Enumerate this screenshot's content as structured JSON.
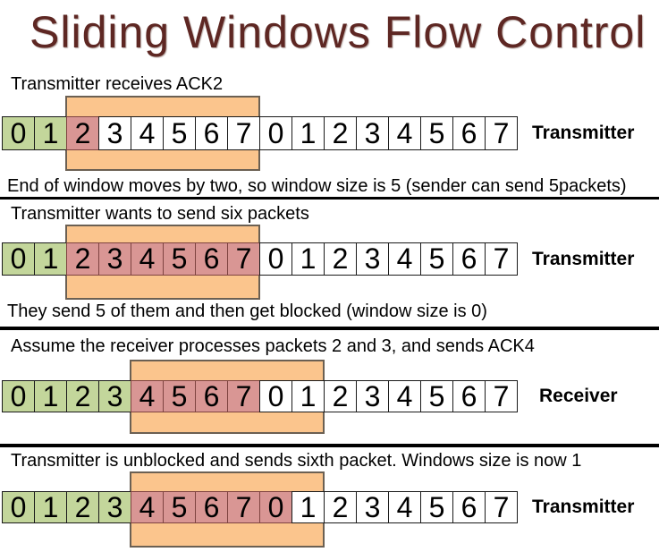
{
  "title": "Sliding Windows Flow Control",
  "colors": {
    "title": "#5e2723",
    "ack_green": "#c3d69b",
    "sent_red": "#d99694",
    "unused_white": "#ffffff",
    "window_fill": "#fbc58d",
    "window_border": "#6b6053",
    "cell_border": "#1a1a1a",
    "divider": "#000000",
    "text": "#000000"
  },
  "sequence_numbers": [
    "0",
    "1",
    "2",
    "3",
    "4",
    "5",
    "6",
    "7",
    "0",
    "1",
    "2",
    "3",
    "4",
    "5",
    "6",
    "7"
  ],
  "sections": [
    {
      "caption": "Transmitter receives ACK2",
      "side_label": "Transmitter",
      "cell_states": [
        "green",
        "green",
        "red",
        "white",
        "white",
        "white",
        "white",
        "white",
        "white",
        "white",
        "white",
        "white",
        "white",
        "white",
        "white",
        "white"
      ],
      "window": {
        "start_index": 2,
        "end_index": 7
      },
      "footer": "End of window moves by two, so window size is 5 (sender can send 5packets)"
    },
    {
      "caption": "Transmitter wants to send six packets",
      "side_label": "Transmitter",
      "cell_states": [
        "green",
        "green",
        "red",
        "red",
        "red",
        "red",
        "red",
        "red",
        "white",
        "white",
        "white",
        "white",
        "white",
        "white",
        "white",
        "white"
      ],
      "window": {
        "start_index": 2,
        "end_index": 7
      },
      "footer": "They send 5 of them and then get blocked (window size is 0)"
    },
    {
      "caption": "Assume the receiver processes packets 2 and 3, and sends ACK4",
      "side_label": "Receiver",
      "cell_states": [
        "green",
        "green",
        "green",
        "green",
        "red",
        "red",
        "red",
        "red",
        "white",
        "white",
        "white",
        "white",
        "white",
        "white",
        "white",
        "white"
      ],
      "window": {
        "start_index": 4,
        "end_index": 9
      },
      "footer": null
    },
    {
      "caption": "Transmitter is unblocked and sends sixth packet. Windows size is now 1",
      "side_label": "Transmitter",
      "cell_states": [
        "green",
        "green",
        "green",
        "green",
        "red",
        "red",
        "red",
        "red",
        "red",
        "white",
        "white",
        "white",
        "white",
        "white",
        "white",
        "white"
      ],
      "window": {
        "start_index": 4,
        "end_index": 9
      },
      "footer": null
    }
  ]
}
